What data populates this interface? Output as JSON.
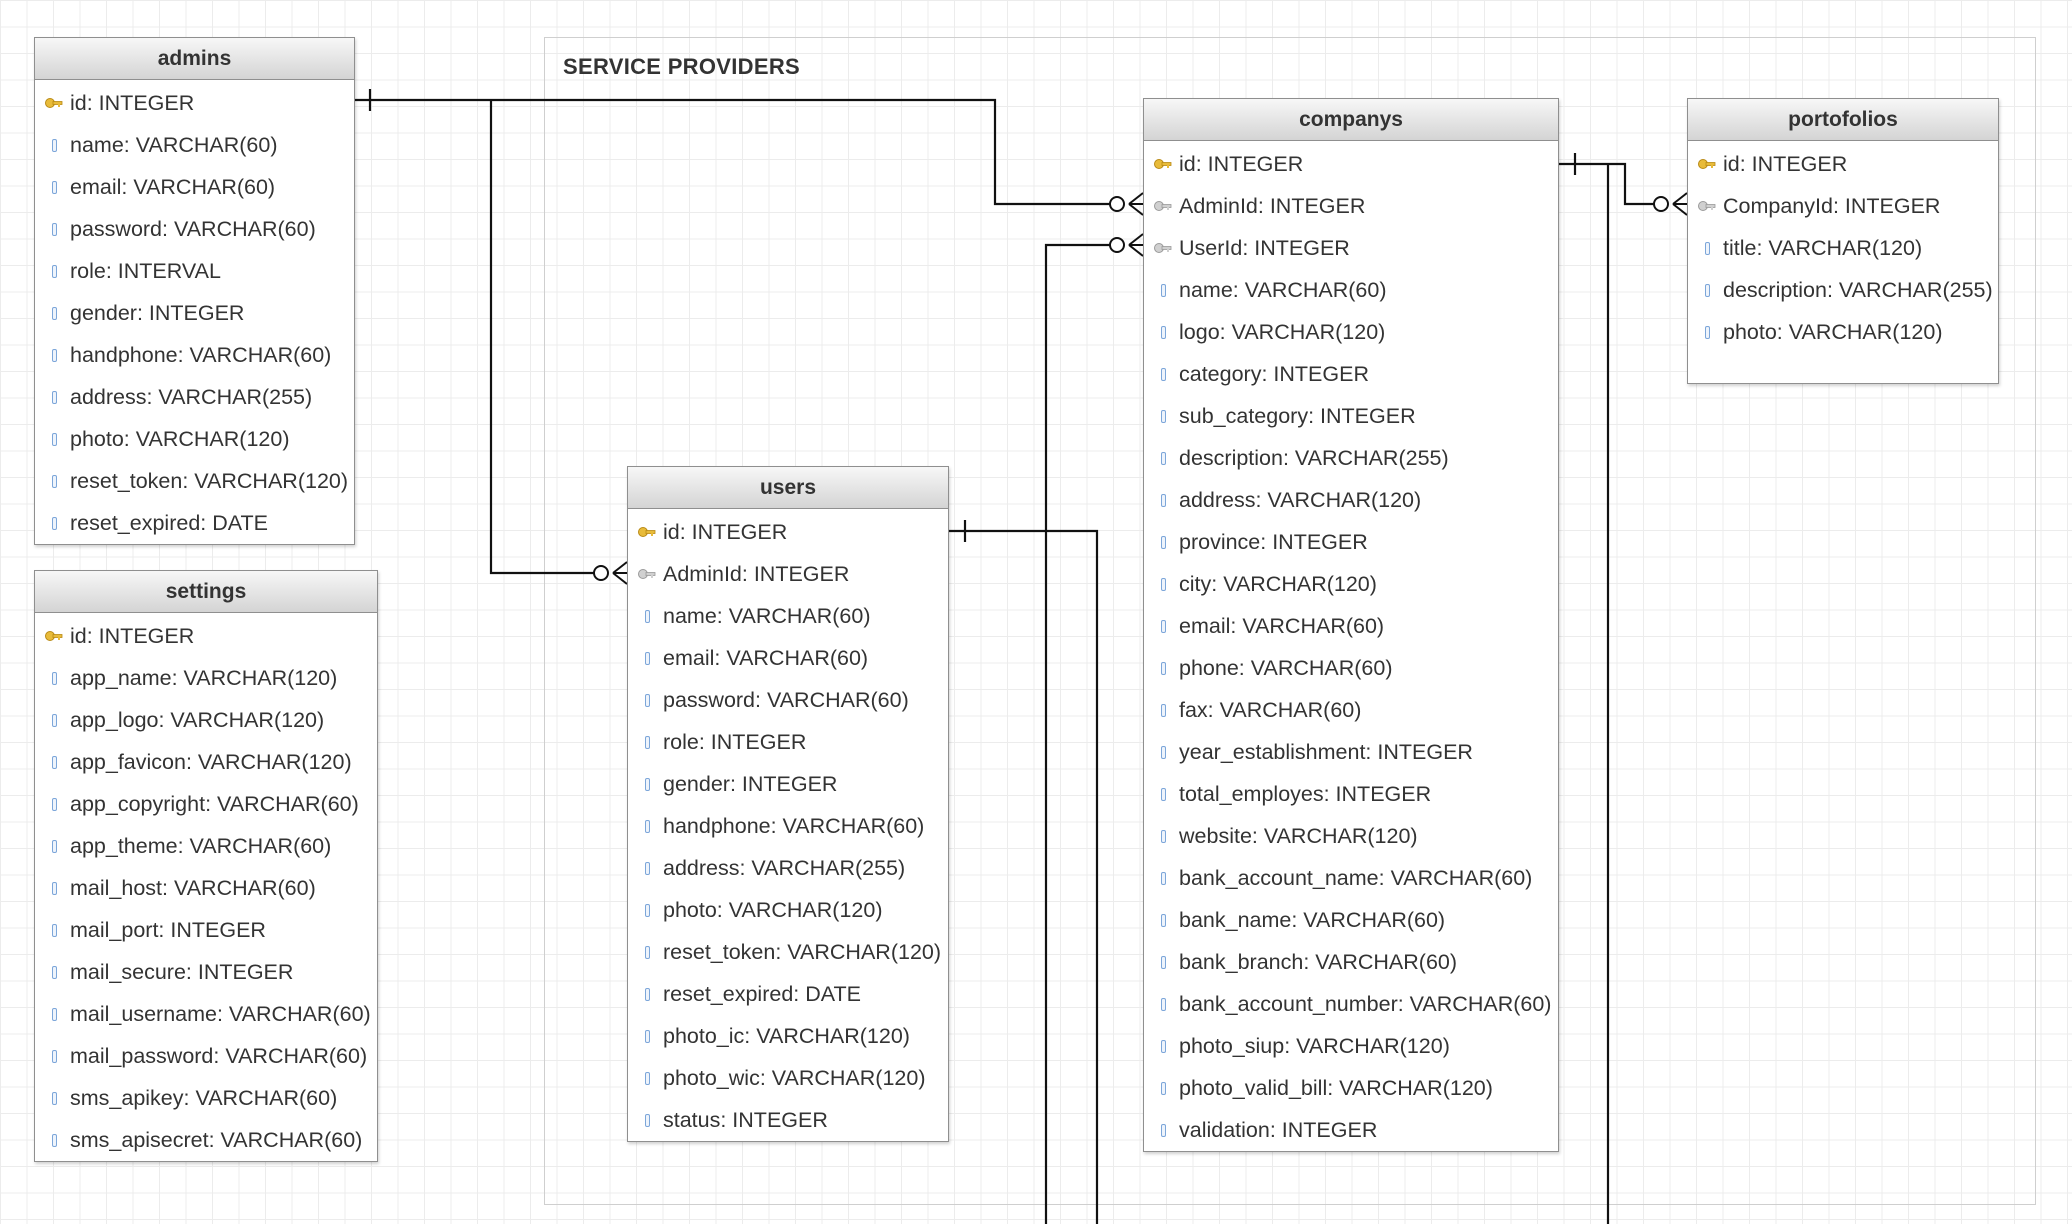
{
  "group": {
    "title": "SERVICE PROVIDERS"
  },
  "icons": {
    "primary_key": "key-icon",
    "foreign_key": "foreign-key-icon",
    "attribute": "column-icon"
  },
  "colors": {
    "primary_key": "#e0b132",
    "foreign_key": "#b3b3b3",
    "attribute": "#7ca6d9"
  },
  "tables": {
    "admins": {
      "name": "admins",
      "columns": [
        {
          "text": "id: INTEGER",
          "kind": "pk"
        },
        {
          "text": "name: VARCHAR(60)",
          "kind": "attr"
        },
        {
          "text": "email: VARCHAR(60)",
          "kind": "attr"
        },
        {
          "text": "password: VARCHAR(60)",
          "kind": "attr"
        },
        {
          "text": "role: INTERVAL",
          "kind": "attr"
        },
        {
          "text": "gender: INTEGER",
          "kind": "attr"
        },
        {
          "text": "handphone: VARCHAR(60)",
          "kind": "attr"
        },
        {
          "text": "address: VARCHAR(255)",
          "kind": "attr"
        },
        {
          "text": "photo: VARCHAR(120)",
          "kind": "attr"
        },
        {
          "text": "reset_token: VARCHAR(120)",
          "kind": "attr"
        },
        {
          "text": "reset_expired: DATE",
          "kind": "attr"
        }
      ]
    },
    "settings": {
      "name": "settings",
      "columns": [
        {
          "text": "id: INTEGER",
          "kind": "pk"
        },
        {
          "text": "app_name: VARCHAR(120)",
          "kind": "attr"
        },
        {
          "text": "app_logo: VARCHAR(120)",
          "kind": "attr"
        },
        {
          "text": "app_favicon: VARCHAR(120)",
          "kind": "attr"
        },
        {
          "text": "app_copyright: VARCHAR(60)",
          "kind": "attr"
        },
        {
          "text": "app_theme: VARCHAR(60)",
          "kind": "attr"
        },
        {
          "text": "mail_host: VARCHAR(60)",
          "kind": "attr"
        },
        {
          "text": "mail_port: INTEGER",
          "kind": "attr"
        },
        {
          "text": "mail_secure: INTEGER",
          "kind": "attr"
        },
        {
          "text": "mail_username: VARCHAR(60)",
          "kind": "attr"
        },
        {
          "text": "mail_password: VARCHAR(60)",
          "kind": "attr"
        },
        {
          "text": "sms_apikey: VARCHAR(60)",
          "kind": "attr"
        },
        {
          "text": "sms_apisecret: VARCHAR(60)",
          "kind": "attr"
        }
      ]
    },
    "users": {
      "name": "users",
      "columns": [
        {
          "text": "id: INTEGER",
          "kind": "pk"
        },
        {
          "text": "AdminId: INTEGER",
          "kind": "fk"
        },
        {
          "text": "name: VARCHAR(60)",
          "kind": "attr"
        },
        {
          "text": "email: VARCHAR(60)",
          "kind": "attr"
        },
        {
          "text": "password: VARCHAR(60)",
          "kind": "attr"
        },
        {
          "text": "role: INTEGER",
          "kind": "attr"
        },
        {
          "text": "gender: INTEGER",
          "kind": "attr"
        },
        {
          "text": "handphone: VARCHAR(60)",
          "kind": "attr"
        },
        {
          "text": "address: VARCHAR(255)",
          "kind": "attr"
        },
        {
          "text": "photo: VARCHAR(120)",
          "kind": "attr"
        },
        {
          "text": "reset_token: VARCHAR(120)",
          "kind": "attr"
        },
        {
          "text": "reset_expired: DATE",
          "kind": "attr"
        },
        {
          "text": "photo_ic: VARCHAR(120)",
          "kind": "attr"
        },
        {
          "text": "photo_wic: VARCHAR(120)",
          "kind": "attr"
        },
        {
          "text": "status: INTEGER",
          "kind": "attr"
        }
      ]
    },
    "companys": {
      "name": "companys",
      "columns": [
        {
          "text": "id: INTEGER",
          "kind": "pk"
        },
        {
          "text": "AdminId: INTEGER",
          "kind": "fk"
        },
        {
          "text": "UserId: INTEGER",
          "kind": "fk"
        },
        {
          "text": "name: VARCHAR(60)",
          "kind": "attr"
        },
        {
          "text": "logo: VARCHAR(120)",
          "kind": "attr"
        },
        {
          "text": "category: INTEGER",
          "kind": "attr"
        },
        {
          "text": "sub_category: INTEGER",
          "kind": "attr"
        },
        {
          "text": "description: VARCHAR(255)",
          "kind": "attr"
        },
        {
          "text": "address: VARCHAR(120)",
          "kind": "attr"
        },
        {
          "text": "province: INTEGER",
          "kind": "attr"
        },
        {
          "text": "city: VARCHAR(120)",
          "kind": "attr"
        },
        {
          "text": "email: VARCHAR(60)",
          "kind": "attr"
        },
        {
          "text": "phone: VARCHAR(60)",
          "kind": "attr"
        },
        {
          "text": "fax: VARCHAR(60)",
          "kind": "attr"
        },
        {
          "text": "year_establishment: INTEGER",
          "kind": "attr"
        },
        {
          "text": "total_employes: INTEGER",
          "kind": "attr"
        },
        {
          "text": "website: VARCHAR(120)",
          "kind": "attr"
        },
        {
          "text": "bank_account_name: VARCHAR(60)",
          "kind": "attr"
        },
        {
          "text": "bank_name: VARCHAR(60)",
          "kind": "attr"
        },
        {
          "text": "bank_branch: VARCHAR(60)",
          "kind": "attr"
        },
        {
          "text": "bank_account_number: VARCHAR(60)",
          "kind": "attr"
        },
        {
          "text": "photo_siup: VARCHAR(120)",
          "kind": "attr"
        },
        {
          "text": "photo_valid_bill: VARCHAR(120)",
          "kind": "attr"
        },
        {
          "text": "validation: INTEGER",
          "kind": "attr"
        }
      ]
    },
    "portofolios": {
      "name": "portofolios",
      "columns": [
        {
          "text": "id: INTEGER",
          "kind": "pk"
        },
        {
          "text": "CompanyId: INTEGER",
          "kind": "fk"
        },
        {
          "text": "title: VARCHAR(120)",
          "kind": "attr"
        },
        {
          "text": "description: VARCHAR(255)",
          "kind": "attr"
        },
        {
          "text": "photo: VARCHAR(120)",
          "kind": "attr"
        }
      ]
    }
  },
  "relationships": [
    {
      "from": "admins.id",
      "to": "users.AdminId",
      "cardinality": "one-to-zero-or-many"
    },
    {
      "from": "admins.id",
      "to": "companys.AdminId",
      "cardinality": "one-to-zero-or-many"
    },
    {
      "from": "users.id",
      "to": "companys.UserId",
      "cardinality": "one-to-zero-or-many"
    },
    {
      "from": "companys.id",
      "to": "portofolios.CompanyId",
      "cardinality": "one-to-zero-or-many"
    }
  ]
}
